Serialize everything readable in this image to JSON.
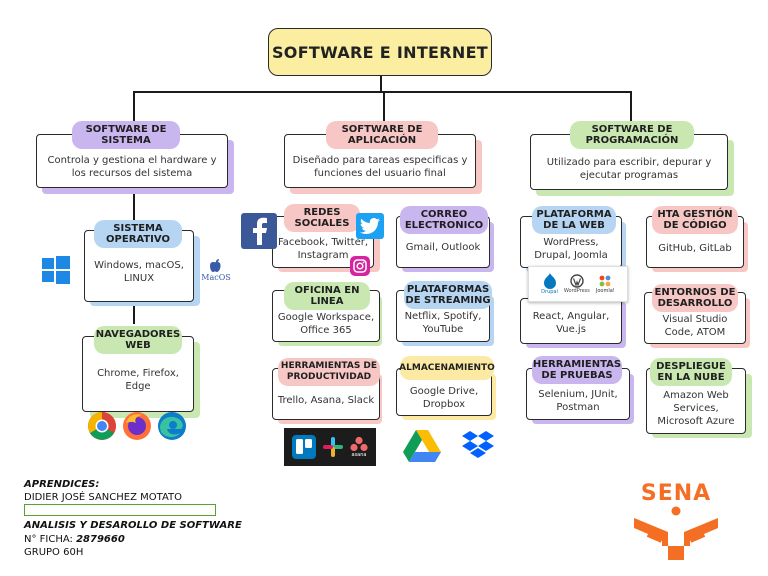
{
  "title": "SOFTWARE E INTERNET",
  "categories": {
    "sistema": {
      "title": "SOFTWARE DE SISTEMA",
      "desc": "Controla y gestiona el hardware y los recursos del sistema"
    },
    "aplicacion": {
      "title": "SOFTWARE DE APLICACIÓN",
      "desc": "Diseñado para tareas especificas y funciones del usuario final"
    },
    "programacion": {
      "title": "SOFTWARE DE PROGRAMACIÓN",
      "desc": "Utilizado para escribir, depurar y ejecutar programas"
    }
  },
  "sistema_items": {
    "so": {
      "title": "SISTEMA OPERATIVO",
      "desc": "Windows, macOS, LINUX"
    },
    "nav": {
      "title": "NAVEGADORES WEB",
      "desc": "Chrome, Firefox, Edge"
    }
  },
  "aplicacion_items": {
    "redes": {
      "title": "REDES SOCIALES",
      "desc": "Facebook, Twitter, Instagram"
    },
    "correo": {
      "title": "CORREO ELECTRONICO",
      "desc": "Gmail, Outlook"
    },
    "oficina": {
      "title": "OFICINA EN LINEA",
      "desc": "Google Workspace, Office 365"
    },
    "streaming": {
      "title": "PLATAFORMAS DE STREAMING",
      "desc": "Netflix, Spotify, YouTube"
    },
    "productividad": {
      "title": "HERRAMIENTAS DE PRODUCTIVIDAD",
      "desc": "Trello, Asana, Slack"
    },
    "almacenamiento": {
      "title": "ALMACENAMIENTO",
      "desc": "Google Drive, Dropbox"
    }
  },
  "programacion_items": {
    "web": {
      "title": "PLATAFORMA DE LA WEB",
      "desc": "WordPress, Drupal, Joomla"
    },
    "frameworks": {
      "desc": "React, Angular, Vue.js"
    },
    "pruebas": {
      "title": "HERRAMIENTAS DE PRUEBAS",
      "desc": "Selenium, JUnit, Postman"
    },
    "gestion": {
      "title": "HTA GESTIÓN DE CÓDIGO",
      "desc": "GitHub, GitLab"
    },
    "entornos": {
      "title": "ENTORNOS DE DESARROLLO",
      "desc": "Visual Studio Code, ATOM"
    },
    "despliegue": {
      "title": "DESPLIEGUE EN LA NUBE",
      "desc": "Amazon Web Services, Microsoft Azure"
    }
  },
  "logo_labels": {
    "macos": "MacOS",
    "drupal": "Drupal",
    "wordpress": "WordPress",
    "joomla": "Joomla!",
    "asana": "asana"
  },
  "footer": {
    "aprendices_label": "APRENDICES:",
    "aprendiz_name": "DIDIER JOSÉ SANCHEZ MOTATO",
    "program": "ANALISIS Y DESAROLLO DE SOFTWARE",
    "ficha_label": "N° FICHA:",
    "ficha_value": "2879660",
    "grupo": "GRUPO 60H"
  },
  "sena_logo_text": "SENA",
  "colors": {
    "title_bg": "#fbeea1",
    "purple_tag": "#c9b6ee",
    "blue_tag": "#b5d5f3",
    "green_tag": "#c9e8b1",
    "yellow_tag": "#fbe9a4",
    "pink_tag": "#f6c7c4",
    "sena_orange": "#f46e23"
  }
}
